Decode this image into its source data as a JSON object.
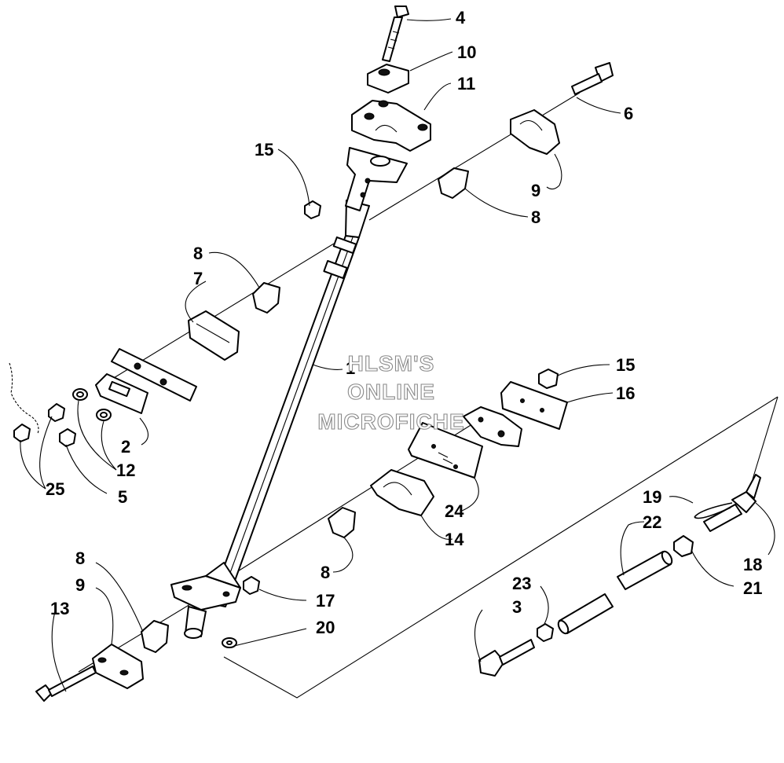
{
  "watermark": {
    "line1": "HLSM'S",
    "line2": "ONLINE",
    "line3": "MICROFICHE"
  },
  "callouts": [
    {
      "id": "c4",
      "text": "4"
    },
    {
      "id": "c10",
      "text": "10"
    },
    {
      "id": "c11",
      "text": "11"
    },
    {
      "id": "c6",
      "text": "6"
    },
    {
      "id": "c15a",
      "text": "15"
    },
    {
      "id": "c9a",
      "text": "9"
    },
    {
      "id": "c8a",
      "text": "8"
    },
    {
      "id": "c8b",
      "text": "8"
    },
    {
      "id": "c7",
      "text": "7"
    },
    {
      "id": "c1",
      "text": "1"
    },
    {
      "id": "c15b",
      "text": "15"
    },
    {
      "id": "c16",
      "text": "16"
    },
    {
      "id": "c2",
      "text": "2"
    },
    {
      "id": "c12",
      "text": "12"
    },
    {
      "id": "c25",
      "text": "25"
    },
    {
      "id": "c5",
      "text": "5"
    },
    {
      "id": "c24",
      "text": "24"
    },
    {
      "id": "c14",
      "text": "14"
    },
    {
      "id": "c19",
      "text": "19"
    },
    {
      "id": "c22",
      "text": "22"
    },
    {
      "id": "c18",
      "text": "18"
    },
    {
      "id": "c21",
      "text": "21"
    },
    {
      "id": "c8c",
      "text": "8"
    },
    {
      "id": "c8d",
      "text": "8"
    },
    {
      "id": "c9b",
      "text": "9"
    },
    {
      "id": "c13",
      "text": "13"
    },
    {
      "id": "c17",
      "text": "17"
    },
    {
      "id": "c20",
      "text": "20"
    },
    {
      "id": "c23",
      "text": "23"
    },
    {
      "id": "c3",
      "text": "3"
    }
  ]
}
